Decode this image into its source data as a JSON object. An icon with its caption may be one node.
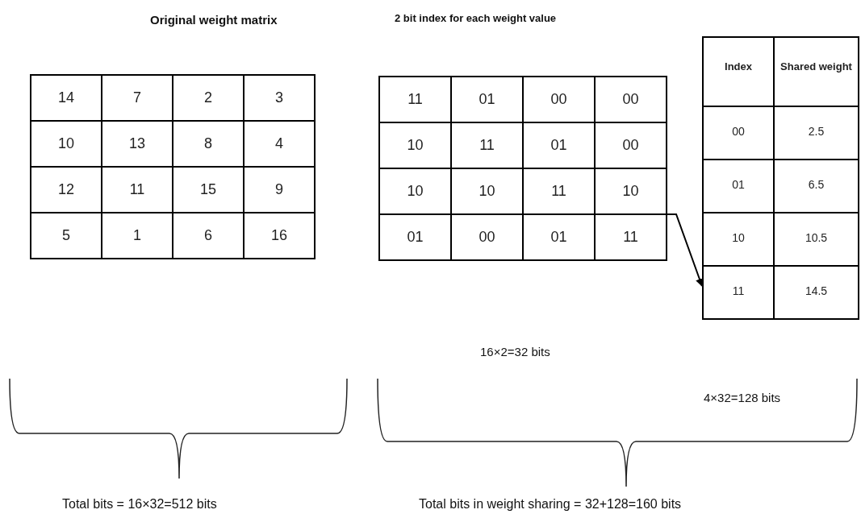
{
  "diagram": {
    "nodes": [
      {
        "text": [
          "14"
        ]
      },
      {
        "text": [
          "7"
        ]
      },
      {
        "text": [
          "2"
        ]
      },
      {
        "text": [
          "3"
        ]
      },
      {
        "text": [
          "10"
        ]
      },
      {
        "text": [
          "13"
        ]
      },
      {
        "text": [
          "8"
        ]
      },
      {
        "text": [
          "4"
        ]
      },
      {
        "text": [
          "12"
        ]
      },
      {
        "text": [
          "11"
        ]
      },
      {
        "text": [
          "15"
        ]
      },
      {
        "text": [
          "9"
        ]
      },
      {
        "text": [
          "5"
        ]
      },
      {
        "text": [
          "1"
        ]
      },
      {
        "text": [
          "6"
        ]
      },
      {
        "text": [
          "16"
        ]
      },
      {
        "text": [
          "11"
        ]
      },
      {
        "text": [
          "01"
        ]
      },
      {
        "text": [
          "00"
        ]
      },
      {
        "text": [
          "00"
        ]
      },
      {
        "text": [
          "10"
        ]
      },
      {
        "text": [
          "11"
        ]
      },
      {
        "text": [
          "01"
        ]
      },
      {
        "text": [
          "00"
        ]
      },
      {
        "text": [
          "10"
        ]
      },
      {
        "text": [
          "10"
        ]
      },
      {
        "text": [
          "11"
        ]
      },
      {
        "text": [
          "10"
        ]
      },
      {
        "text": [
          "01"
        ]
      },
      {
        "text": [
          "00"
        ]
      },
      {
        "text": [
          "01"
        ]
      },
      {
        "text": [
          "11"
        ]
      },
      {
        "text": [
          "Index"
        ]
      },
      {
        "text": [
          "Shared weight"
        ]
      },
      {
        "text": [
          "00"
        ]
      },
      {
        "text": [
          "2.5"
        ]
      },
      {
        "text": [
          "01"
        ]
      },
      {
        "text": [
          "6.5"
        ]
      },
      {
        "text": [
          "10"
        ]
      },
      {
        "text": [
          "10.5"
        ]
      },
      {
        "text": [
          "11"
        ]
      },
      {
        "text": [
          "14.5"
        ]
      }
    ],
    "edges": [
      {
        "from": 26,
        "to": 40,
        "arrow": "to"
      }
    ],
    "labels": [
      "Original weight matrix",
      "2 bit index for each weight value",
      "16×2=32 bits",
      "4×32=128 bits",
      "Total bits = 16×32=512 bits",
      "Total bits in weight sharing = 32+128=160 bits"
    ]
  }
}
